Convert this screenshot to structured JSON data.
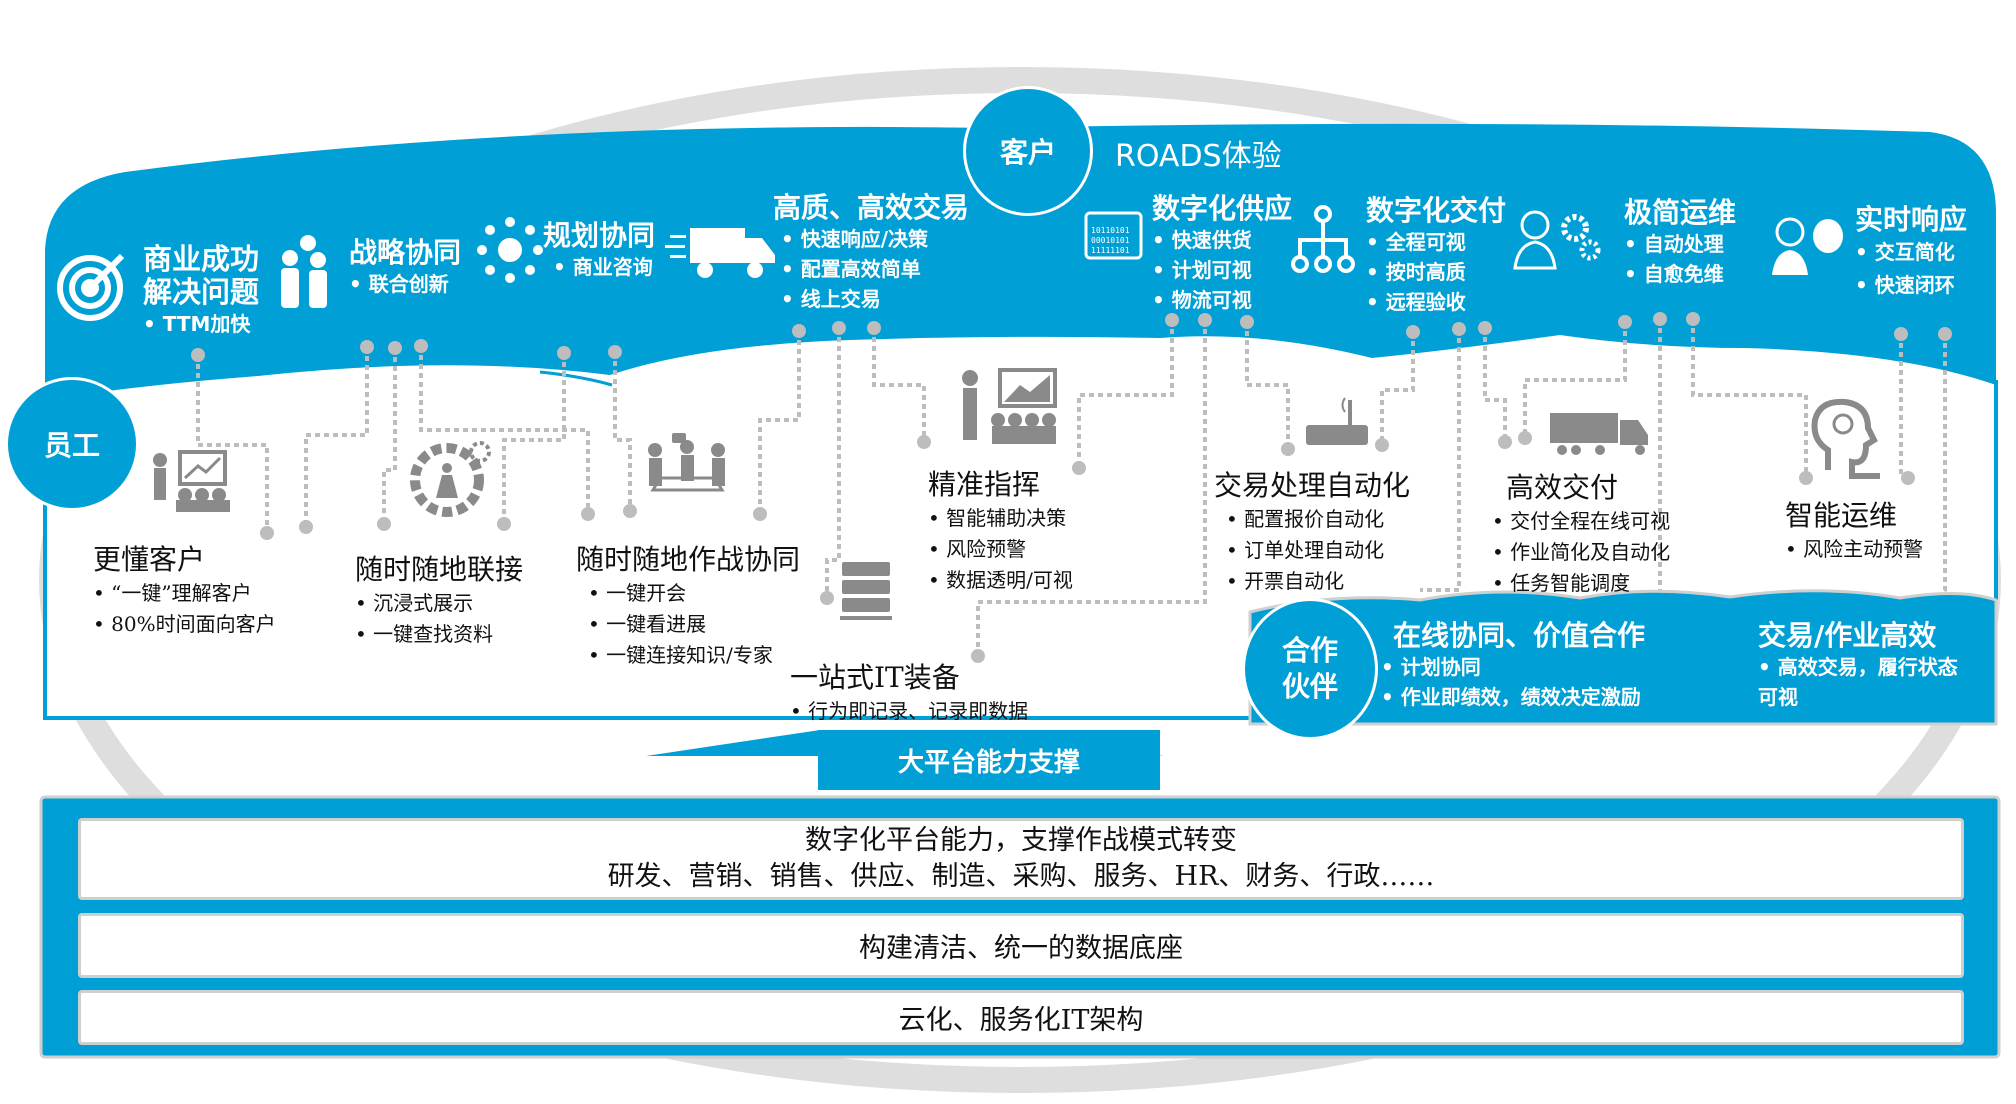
{
  "colors": {
    "brand_blue": "#009fd6",
    "connector_gray": "#bdbdbd",
    "ring_gray": "#dedede",
    "icon_gray": "#8a8a8a"
  },
  "customer": {
    "label": "客户",
    "title": "ROADS体验",
    "items": [
      {
        "title": "商业成功解决问题",
        "bullets": [
          "TTM加快"
        ],
        "icon": "target-icon"
      },
      {
        "title": "战略协同",
        "bullets": [
          "联合创新"
        ],
        "icon": "handshake-people-icon"
      },
      {
        "title": "规划协同",
        "bullets": [
          "商业咨询"
        ],
        "icon": "network-burst-icon"
      },
      {
        "title": "高质、高效交易",
        "bullets": [
          "快速响应/决策",
          "配置高效简单",
          "线上交易"
        ],
        "icon": "delivery-truck-icon"
      },
      {
        "title": "数字化供应",
        "bullets": [
          "快速供货",
          "计划可视",
          "物流可视"
        ],
        "icon": "binary-data-icon"
      },
      {
        "title": "数字化交付",
        "bullets": [
          "全程可视",
          "按时高质",
          "远程验收"
        ],
        "icon": "hierarchy-tree-icon"
      },
      {
        "title": "极简运维",
        "bullets": [
          "自动处理",
          "自愈免维"
        ],
        "icon": "engineer-gear-icon"
      },
      {
        "title": "实时响应",
        "bullets": [
          "交互简化",
          "快速闭环"
        ],
        "icon": "support-agent-icon"
      }
    ]
  },
  "employee": {
    "label": "员工",
    "items": [
      {
        "title": "更懂客户",
        "bullets": [
          "“一键”理解客户",
          "80%时间面向客户"
        ],
        "icon": "presentation-audience-icon"
      },
      {
        "title": "随时随地联接",
        "bullets": [
          "沉浸式展示",
          "一键查找资料"
        ],
        "icon": "gear-runner-icon"
      },
      {
        "title": "随时随地作战协同",
        "bullets": [
          "一键开会",
          "一键看进展",
          "一键连接知识/专家"
        ],
        "icon": "meeting-table-icon"
      },
      {
        "title": "一站式IT装备",
        "bullets": [
          "行为即记录、记录即数据"
        ],
        "icon": "server-icon"
      },
      {
        "title": "精准指挥",
        "bullets": [
          "智能辅助决策",
          "风险预警",
          "数据透明/可视"
        ],
        "icon": "commander-chart-icon"
      },
      {
        "title": "交易处理自动化",
        "bullets": [
          "配置报价自动化",
          "订单处理自动化",
          "开票自动化"
        ],
        "icon": "router-icon"
      },
      {
        "title": "高效交付",
        "bullets": [
          "交付全程在线可视",
          "作业简化及自动化",
          "任务智能调度"
        ],
        "icon": "truck-icon"
      },
      {
        "title": "智能运维",
        "bullets": [
          "风险主动预警"
        ],
        "icon": "brain-head-icon"
      }
    ]
  },
  "partner": {
    "label_line1": "合作",
    "label_line2": "伙伴",
    "items": [
      {
        "title": "在线协同、价值合作",
        "bullets": [
          "计划协同",
          "作业即绩效，绩效决定激励"
        ]
      },
      {
        "title": "交易/作业高效",
        "bullets": [
          "高效交易，履行状态可视"
        ]
      }
    ]
  },
  "platform": {
    "arrow_label": "大平台能力支撑",
    "layers": [
      {
        "line1": "数字化平台能力，支撑作战模式转变",
        "line2": "研发、营销、销售、供应、制造、采购、服务、HR、财务、行政……"
      },
      {
        "line1": "构建清洁、统一的数据底座"
      },
      {
        "line1": "云化、服务化IT架构"
      }
    ]
  }
}
